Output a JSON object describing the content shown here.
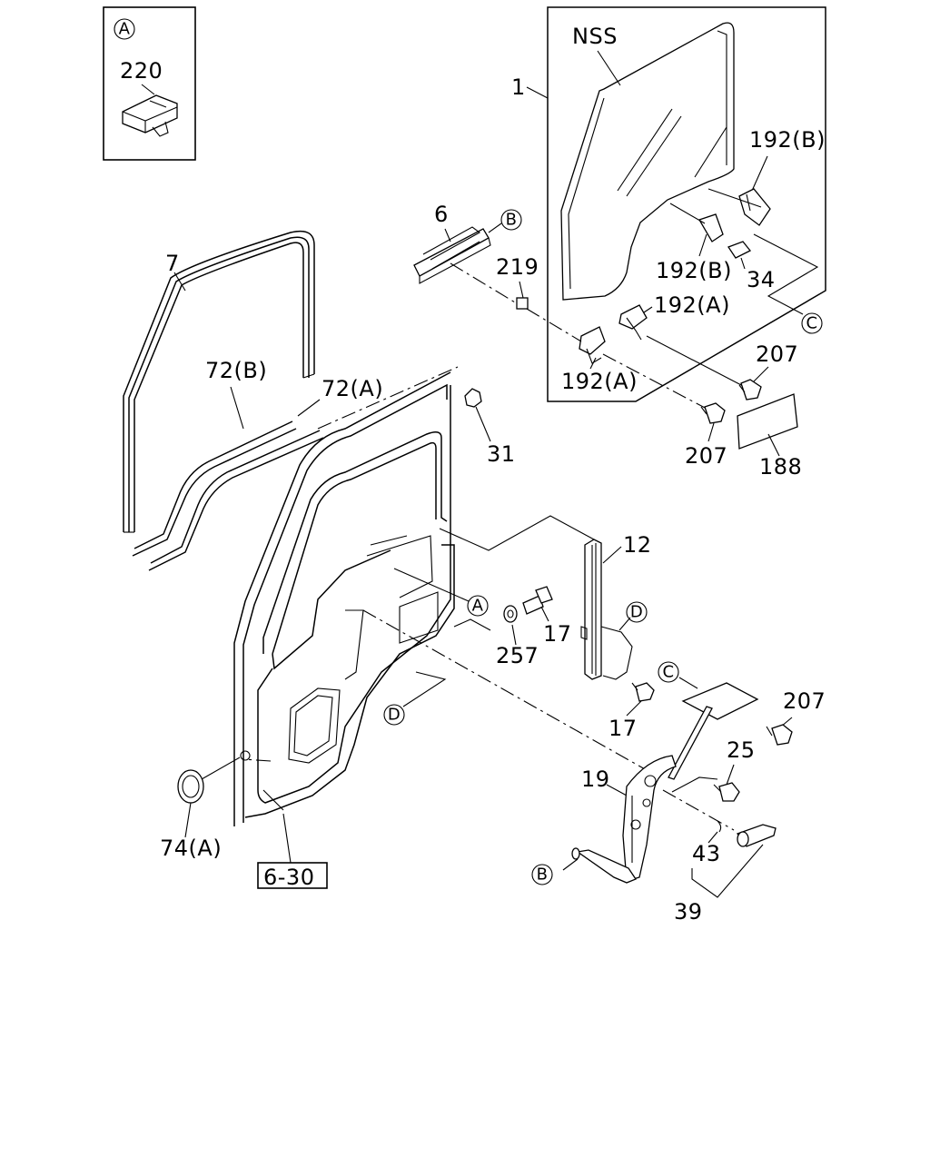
{
  "inset": {
    "ref": "A",
    "part": "220"
  },
  "labels": {
    "nss": "NSS",
    "p1": "1",
    "p6": "6",
    "p7": "7",
    "p12": "12",
    "p17a": "17",
    "p17b": "17",
    "p19": "19",
    "p25": "25",
    "p31": "31",
    "p34": "34",
    "p39": "39",
    "p43": "43",
    "p72a": "72(A)",
    "p72b": "72(B)",
    "p74a": "74(A)",
    "p188": "188",
    "p192a1": "192(A)",
    "p192a2": "192(A)",
    "p192b1": "192(B)",
    "p192b2": "192(B)",
    "p207a": "207",
    "p207b": "207",
    "p207c": "207",
    "p219": "219",
    "p257": "257",
    "ref630": "6-30"
  },
  "refs": {
    "a": "A",
    "b": "B",
    "c": "C",
    "d": "D"
  }
}
